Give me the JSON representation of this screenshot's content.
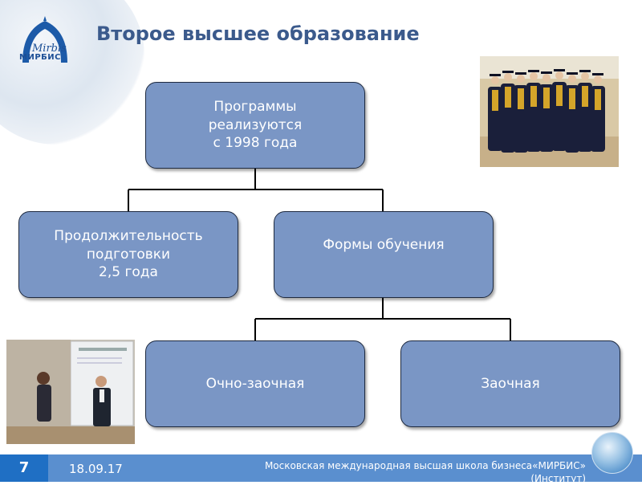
{
  "slide": {
    "title": "Второе высшее образование",
    "logo_text": "МИРБИС",
    "logo_script": "Mirbis"
  },
  "diagram": {
    "root": "Программы\nреализуются\nс 1998 года",
    "left": "Продолжительность\nподготовки\n2,5 года",
    "middle": "Формы обучения",
    "form_1": "Очно-заочная",
    "form_2": "Заочная"
  },
  "photos": {
    "graduates": "graduates-photo",
    "lecture": "lecture-photo"
  },
  "footer": {
    "page_number": "7",
    "date": "18.09.17",
    "institution": "Московская международная высшая школа бизнеса«МИРБИС»\n(Институт)"
  },
  "colors": {
    "box_fill": "#7a96c5",
    "title": "#3b5a8c",
    "footer_bar": "#5a8fcf",
    "footer_accent": "#1f6fc4"
  }
}
